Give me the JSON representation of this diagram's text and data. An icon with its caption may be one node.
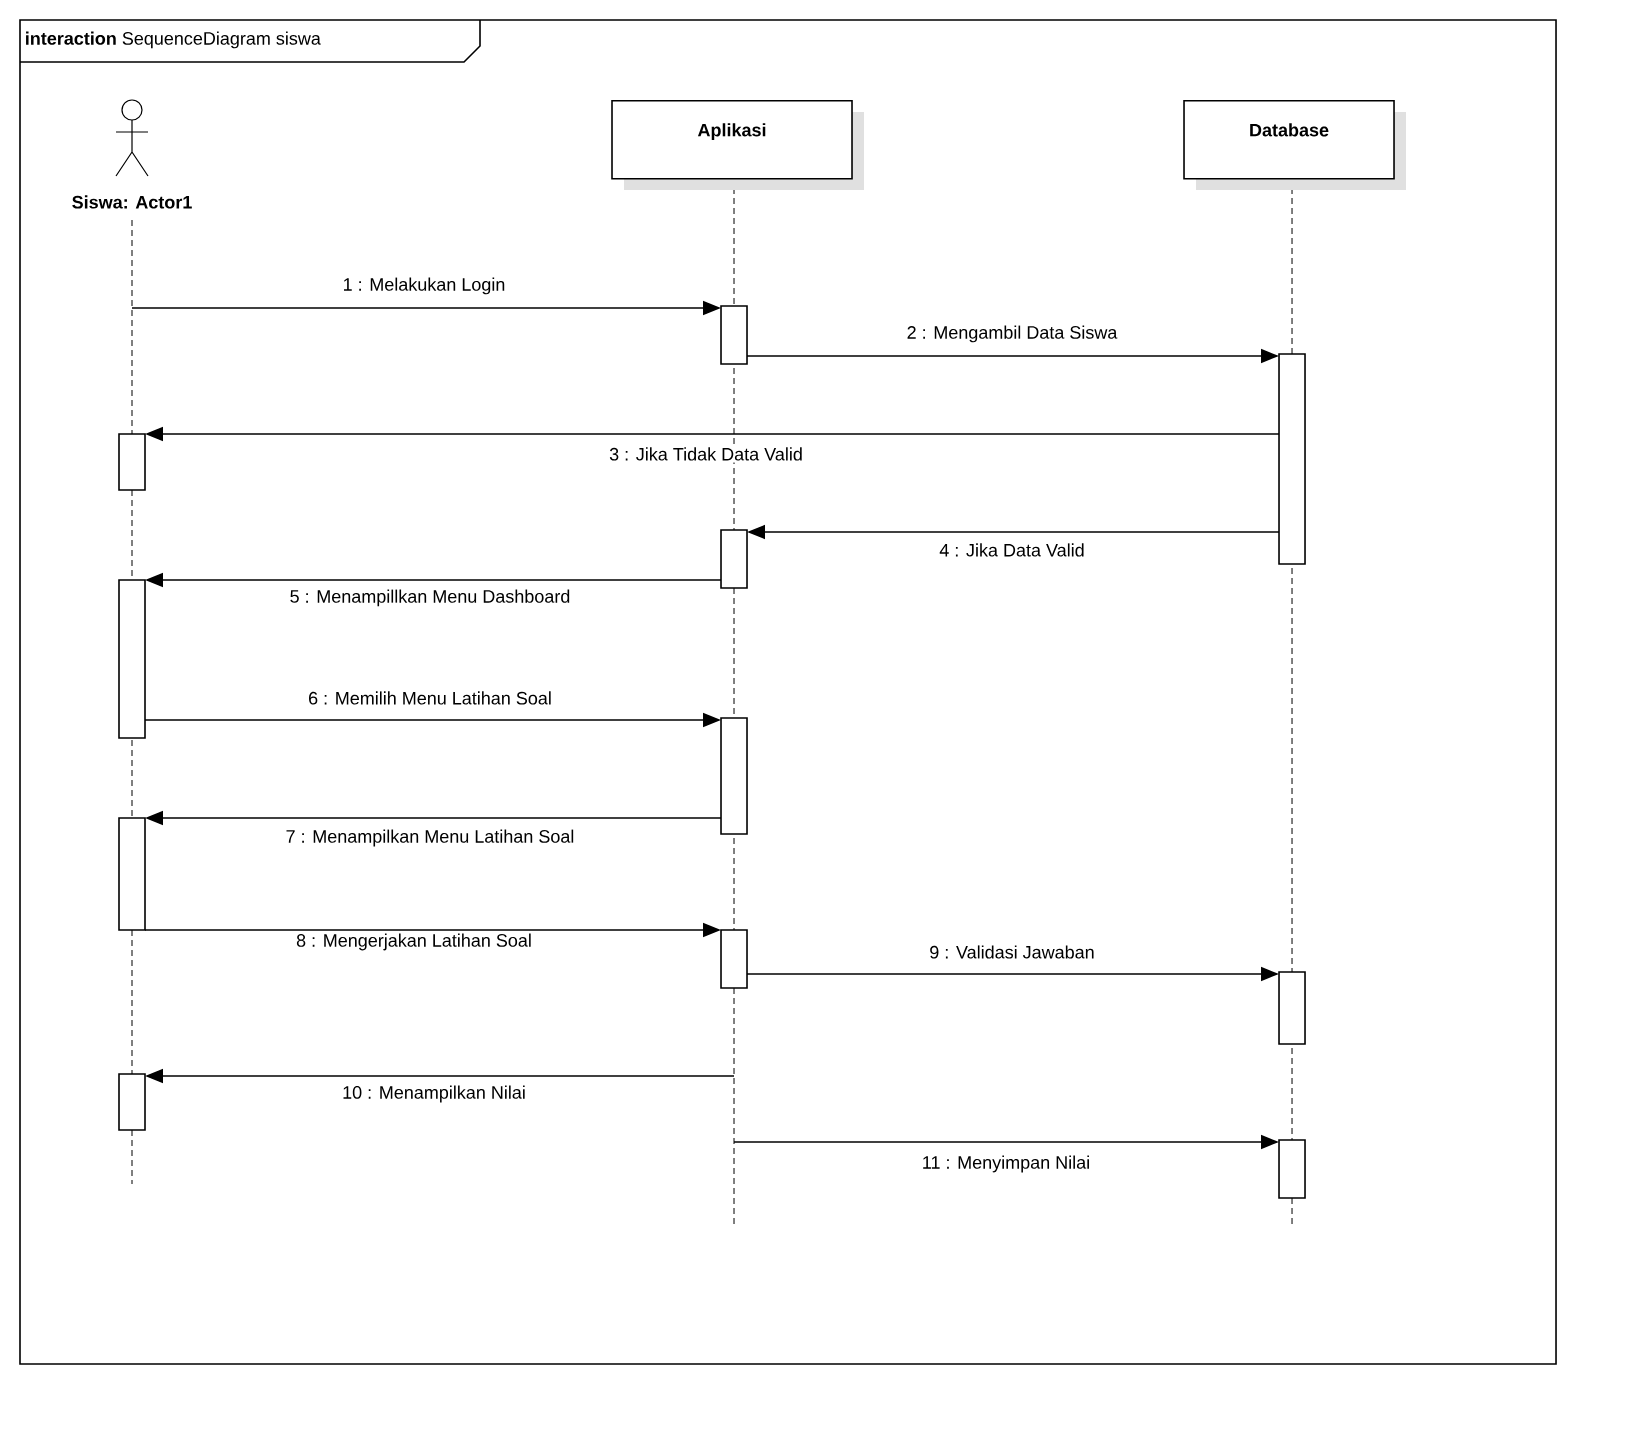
{
  "diagram": {
    "nodes": [
      {
        "text": [
          "**interaction** SequenceDiagram siswa"
        ]
      },
      {
        "text": [
          "Siswa: Actor1"
        ],
        "in": 0
      },
      {
        "text": [
          "Aplikasi"
        ],
        "in": 0
      },
      {
        "text": [
          "Database"
        ],
        "in": 0
      },
      {
        "text": [],
        "shape": "bar",
        "in": 0
      },
      {
        "text": [],
        "shape": "bar",
        "in": 0
      },
      {
        "text": [],
        "shape": "bar",
        "in": 0
      },
      {
        "text": [],
        "shape": "bar",
        "in": 0
      },
      {
        "text": [],
        "shape": "bar",
        "in": 0
      },
      {
        "text": [],
        "shape": "bar",
        "in": 0
      },
      {
        "text": [],
        "shape": "bar",
        "in": 0
      },
      {
        "text": [],
        "shape": "bar",
        "in": 0
      },
      {
        "text": [],
        "shape": "bar",
        "in": 0
      },
      {
        "text": [],
        "shape": "bar",
        "in": 0
      },
      {
        "text": [],
        "shape": "bar",
        "in": 0
      }
    ],
    "edges": [
      {
        "from": 1,
        "to": 4,
        "arrow": "to",
        "label": "1 : Melakukan Login"
      },
      {
        "from": 4,
        "to": 5,
        "arrow": "to",
        "label": "2 : Mengambil Data Siswa"
      },
      {
        "from": 5,
        "to": 6,
        "arrow": "to",
        "label": "3 : Jika Tidak Data Valid"
      },
      {
        "from": 5,
        "to": 7,
        "arrow": "to",
        "label": "4 : Jika Data Valid"
      },
      {
        "from": 7,
        "to": 8,
        "arrow": "to",
        "label": "5 : Menampillkan Menu Dashboard"
      },
      {
        "from": 8,
        "to": 9,
        "arrow": "to",
        "label": "6 : Memilih Menu Latihan Soal"
      },
      {
        "from": 9,
        "to": 10,
        "arrow": "to",
        "label": "7 : Menampilkan Menu Latihan Soal"
      },
      {
        "from": 10,
        "to": 11,
        "arrow": "to",
        "label": "8 : Mengerjakan Latihan Soal"
      },
      {
        "from": 11,
        "to": 12,
        "arrow": "to",
        "label": "9 : Validasi Jawaban"
      },
      {
        "from": null,
        "to": 13,
        "arrow": "to",
        "label": "10 : Menampilkan Nilai"
      },
      {
        "from": null,
        "to": 14,
        "arrow": "to",
        "label": "11 : Menyimpan Nilai"
      }
    ]
  }
}
